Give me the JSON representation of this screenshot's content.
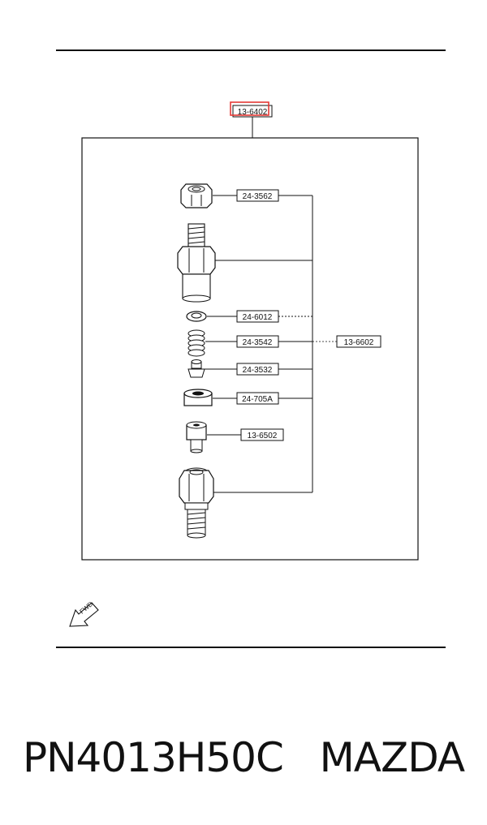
{
  "diagram": {
    "assembly_callout": "13-6402",
    "group_callout": "13-6602",
    "parts": [
      {
        "label": "24-3562"
      },
      {
        "label": "24-6012"
      },
      {
        "label": "24-3542"
      },
      {
        "label": "24-3532"
      },
      {
        "label": "24-705A"
      },
      {
        "label": "13-6502"
      }
    ],
    "direction_label": "FWD",
    "highlight_color": "#e53935"
  },
  "footer": {
    "part_number": "PN4013H50C",
    "brand": "MAZDA"
  }
}
